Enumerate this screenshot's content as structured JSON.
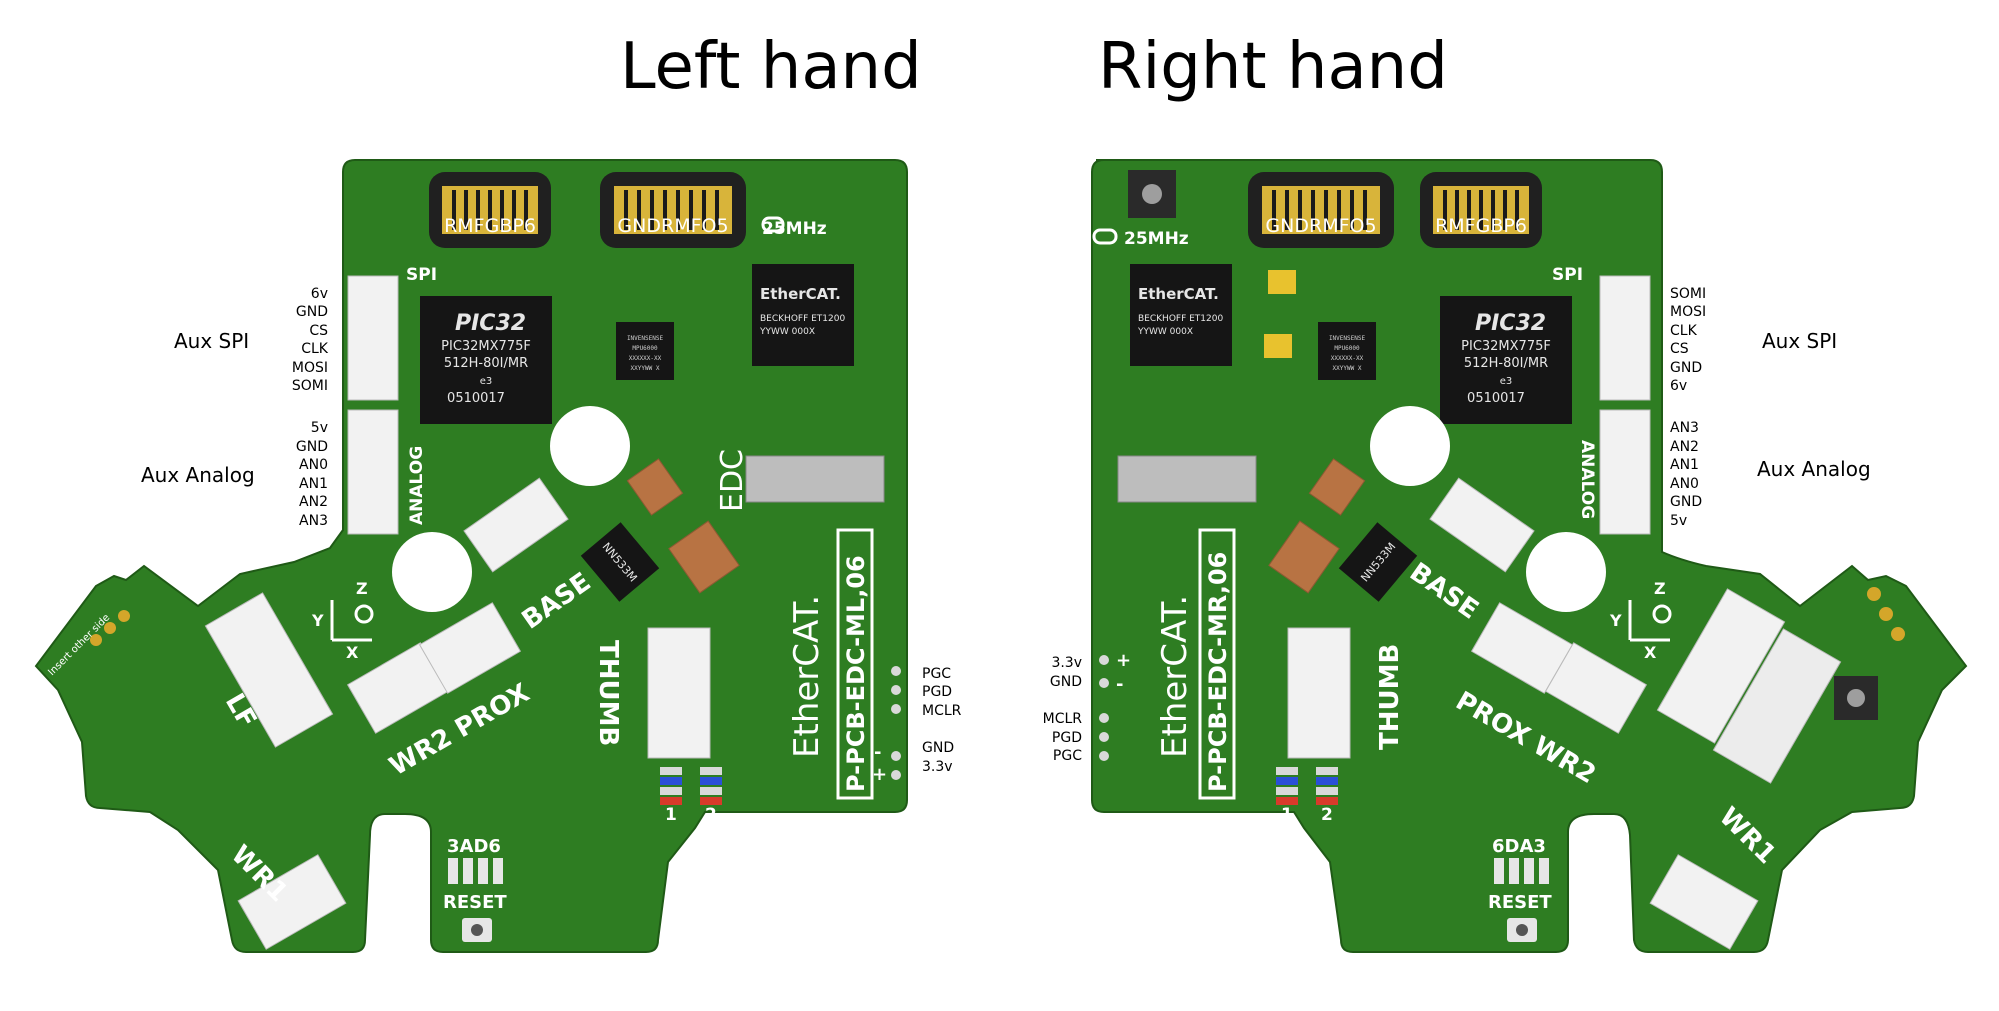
{
  "headings": {
    "left": "Left hand",
    "right": "Right hand"
  },
  "external_labels": {
    "aux_spi": "Aux SPI",
    "aux_analog": "Aux Analog",
    "spi_pins_left": [
      "6v",
      "GND",
      "CS",
      "CLK",
      "MOSI",
      "SOMI"
    ],
    "analog_pins_left": [
      "5v",
      "GND",
      "AN0",
      "AN1",
      "AN2",
      "AN3"
    ],
    "spi_pins_right": [
      "SOMI",
      "MOSI",
      "CLK",
      "CS",
      "GND",
      "6v"
    ],
    "analog_pins_right": [
      "AN3",
      "AN2",
      "AN1",
      "AN0",
      "GND",
      "5v"
    ],
    "prog_pins_left": [
      "PGC",
      "PGD",
      "MCLR",
      "GND",
      "3.3v"
    ],
    "prog_pins_right": [
      "3.3v",
      "GND",
      "MCLR",
      "PGD",
      "PGC"
    ]
  },
  "left_board": {
    "fpc1": "RMFGBP6",
    "fpc2": "GNDRMFO5",
    "crystal": "25MHz",
    "spi": "SPI",
    "analog": "ANALOG",
    "base": "BASE",
    "edc": "EDC",
    "thumb": "THUMB",
    "lf": "LF",
    "wr2prox": "WR2 PROX",
    "wr1": "WR1",
    "pcb_name": "P-PCB-EDC-ML,06",
    "ethercat": "EtherCAT.",
    "switches": "3AD6",
    "reset": "RESET",
    "insert": "Insert other side",
    "led1": "1",
    "led2": "2",
    "plus": "+",
    "minus": "-",
    "axis_x": "X",
    "axis_y": "Y",
    "axis_z": "Z"
  },
  "right_board": {
    "fpc1": "GNDRMFO5",
    "fpc2": "RMFGBP6",
    "crystal": "25MHz",
    "spi": "SPI",
    "analog": "ANALOG",
    "base": "BASE",
    "thumb": "THUMB",
    "proxwr2": "PROX WR2",
    "wr1": "WR1",
    "pcb_name": "P-PCB-EDC-MR,06",
    "ethercat": "EtherCAT.",
    "switches": "6DA3",
    "reset": "RESET",
    "led1": "1",
    "led2": "2",
    "plus": "+",
    "minus": "-",
    "axis_x": "X",
    "axis_y": "Y",
    "axis_z": "Z"
  },
  "chips": {
    "pic_logo": "PIC32",
    "pic_line1": "PIC32MX775F",
    "pic_line2": "512H-80I/MR",
    "pic_e3": "e3",
    "pic_lot": "0510017",
    "ethercat_brand": "EtherCAT.",
    "ethercat_line1": "BECKHOFF  ET1200",
    "ethercat_line2": "YYWW        000X",
    "imu_brand": "INVENSENSE",
    "imu_model": "MPU6000",
    "imu_line1": "XXXXXX-XX",
    "imu_line2": "XXYYWW X",
    "reg_text": "NN533M"
  },
  "colors": {
    "pcb": "#2e7d22",
    "pcb_dark": "#256b1b",
    "silk": "#ffffff",
    "chip": "#151515",
    "gold": "#d4a62a",
    "connector": "#f2f2f2"
  }
}
